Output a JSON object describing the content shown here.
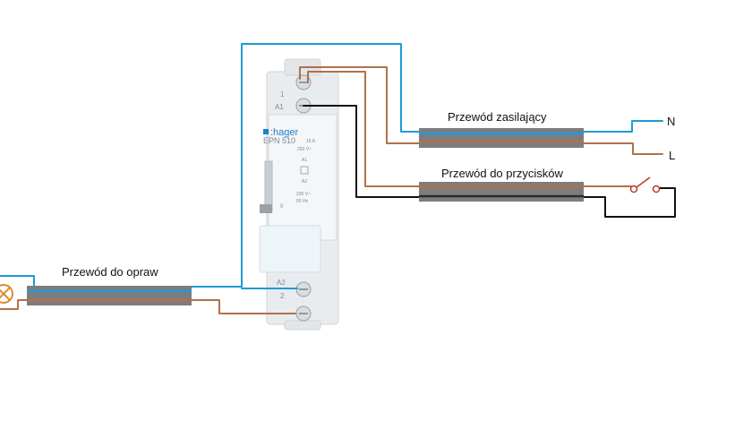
{
  "labels": {
    "supply_cable": "Przewód zasilający",
    "button_cable": "Przewód do przycisków",
    "fixture_cable": "Przewód do opraw",
    "neutral": "N",
    "line": "L"
  },
  "device": {
    "brand": ":hager",
    "model": "EPN 510",
    "rating": "16 A",
    "voltage_top": "250 V~",
    "coil_a1": "A1",
    "coil_a2": "A2",
    "voltage_bottom": "230 V~",
    "frequency": "50 Hz",
    "toggle_mark": "0",
    "terminal_1": "1",
    "terminal_A1": "A1",
    "terminal_A2": "A2",
    "terminal_2": "2"
  },
  "colors": {
    "neutral_wire": "#1e9ad6",
    "line_wire": "#b0714b",
    "control_wire": "#111111",
    "cable_sheath": "#7d7d7d",
    "brand": "#1e7fc4"
  }
}
